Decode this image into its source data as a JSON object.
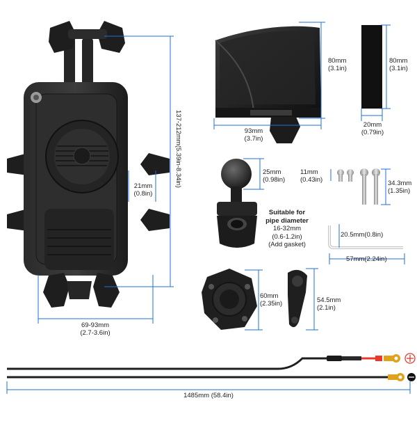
{
  "colors": {
    "dimension_line": "#1e6fd9",
    "product": "#1f1f1f",
    "product_highlight": "#3a3a3a",
    "cable_red": "#e8392c",
    "terminal_gold": "#e0a21a"
  },
  "labels": {
    "holder_width": [
      "69-93mm",
      "(2.7-3.6in)"
    ],
    "holder_height": "137-212mm(5.39in-8.34in)",
    "holder_clamp": [
      "21mm",
      "(0.8in)"
    ],
    "visor_height": [
      "80mm",
      "(3.1in)"
    ],
    "visor_width": [
      "93mm",
      "(3.7in)"
    ],
    "pad_height": [
      "80mm",
      "(3.1in)"
    ],
    "pad_width": [
      "20mm",
      "(0.79in)"
    ],
    "ball_size": [
      "25mm",
      "(0.98in)"
    ],
    "screw_short": [
      "11mm",
      "(0.43in)"
    ],
    "screw_long": [
      "34.3mm",
      "(1.35in)"
    ],
    "pipe_note": [
      "Suitable for",
      "pipe diameter",
      "16-32mm",
      "(0.6-1.2in)",
      "(Add gasket)"
    ],
    "wrench_short": "20.5mm(0.8in)",
    "wrench_long": "57mm(2.24in)",
    "base_size": [
      "60mm",
      "(2.35in)"
    ],
    "arm_size": [
      "54.5mm",
      "(2.1in)"
    ],
    "cable_length": "1485mm (58.4in)"
  }
}
